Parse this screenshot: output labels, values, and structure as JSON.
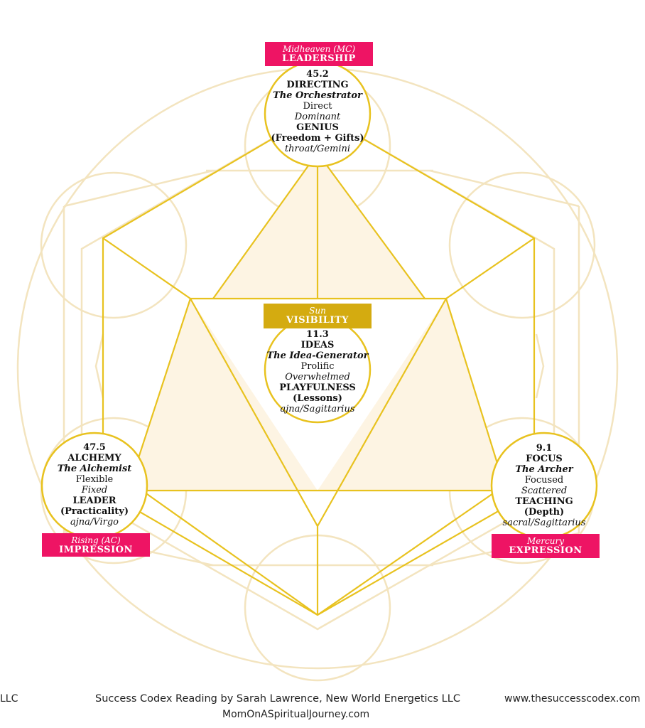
{
  "colors": {
    "gold": "#e8c21f",
    "pale": "#f3e4bf",
    "fill": "#fdf4e3",
    "pink": "#ee1464",
    "sun": "#d4ab10"
  },
  "nodes": {
    "top": {
      "tag_line1": "Midheaven (MC)",
      "tag_line2": "LEADERSHIP",
      "number": "45.2",
      "name": "DIRECTING",
      "archetype": "The Orchestrator",
      "trait": "Direct",
      "shadow": "Dominant",
      "theme": "GENIUS",
      "theme_sub": "(Freedom + Gifts)",
      "center": "throat/Gemini"
    },
    "center": {
      "tag_line1": "Sun",
      "tag_line2": "VISIBILITY",
      "number": "11.3",
      "name": "IDEAS",
      "archetype": "The Idea-Generator",
      "trait": "Prolific",
      "shadow": "Overwhelmed",
      "theme": "PLAYFULNESS",
      "theme_sub": "(Lessons)",
      "center": "ajna/Sagittarius"
    },
    "left": {
      "tag_line1": "Rising (AC)",
      "tag_line2": "IMPRESSION",
      "number": "47.5",
      "name": "ALCHEMY",
      "archetype": "The Alchemist",
      "trait": "Flexible",
      "shadow": "Fixed",
      "theme": "LEADER",
      "theme_sub": "(Practicality)",
      "center": "ajna/Virgo"
    },
    "right": {
      "tag_line1": "Mercury",
      "tag_line2": "EXPRESSION",
      "number": "9.1",
      "name": "FOCUS",
      "archetype": "The Archer",
      "trait": "Focused",
      "shadow": "Scattered",
      "theme": "TEACHING",
      "theme_sub": "(Depth)",
      "center": "sacral/Sagittarius"
    }
  },
  "footer": {
    "left_fragment": "LLC",
    "credit": "Success Codex Reading by Sarah Lawrence, New World Energetics LLC",
    "website": "www.thesuccesscodex.com",
    "subline": "MomOnASpiritualJourney.com"
  }
}
